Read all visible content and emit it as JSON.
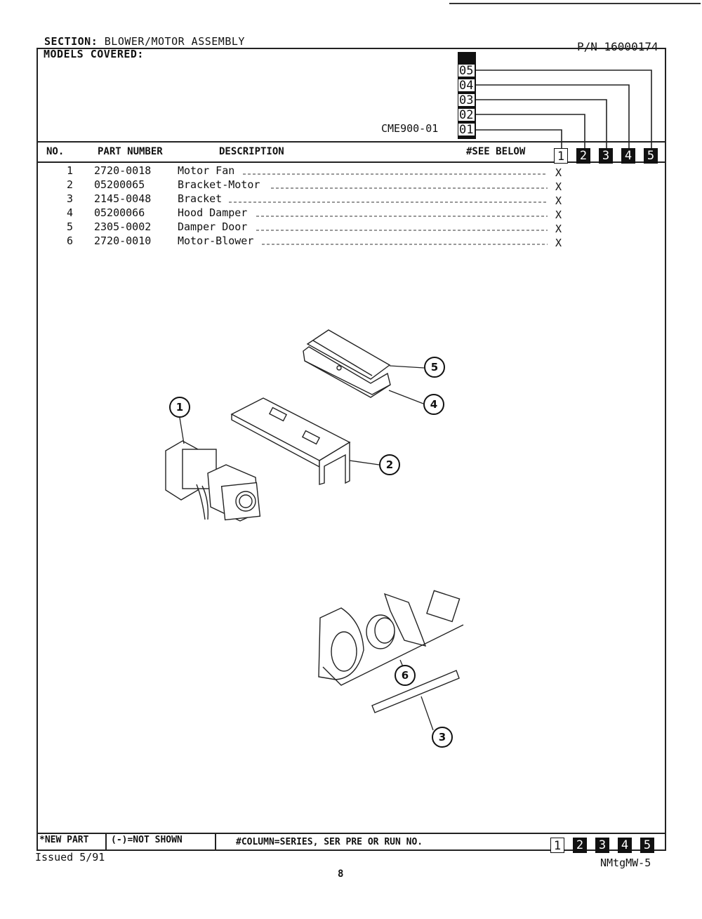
{
  "header": {
    "section_key": "SECTION:",
    "section_value": "BLOWER/MOTOR ASSEMBLY",
    "part_number": "P/N 16000174",
    "models_label": "MODELS COVERED:",
    "model": "CME900-01",
    "series_codes": [
      "05",
      "04",
      "03",
      "02",
      "01"
    ]
  },
  "table_header": {
    "no": "NO.",
    "part_number": "PART NUMBER",
    "description": "DESCRIPTION",
    "see_below": "#SEE BELOW",
    "columns": [
      "1",
      "2",
      "3",
      "4",
      "5"
    ]
  },
  "parts": [
    {
      "no": "1",
      "part": "2720-0018",
      "desc": "Motor Fan",
      "mark": "X"
    },
    {
      "no": "2",
      "part": "05200065",
      "desc": "Bracket-Motor",
      "mark": "X"
    },
    {
      "no": "3",
      "part": "2145-0048",
      "desc": "Bracket",
      "mark": "X"
    },
    {
      "no": "4",
      "part": "05200066",
      "desc": "Hood Damper",
      "mark": "X"
    },
    {
      "no": "5",
      "part": "2305-0002",
      "desc": "Damper Door",
      "mark": "X"
    },
    {
      "no": "6",
      "part": "2720-0010",
      "desc": "Motor-Blower",
      "mark": "X"
    }
  ],
  "callouts": [
    "1",
    "2",
    "3",
    "4",
    "5",
    "6"
  ],
  "footer": {
    "new_part": "*NEW PART",
    "not_shown": "(-)=NOT SHOWN",
    "column_note": "#COLUMN=SERIES, SER PRE OR RUN NO.",
    "columns": [
      "1",
      "2",
      "3",
      "4",
      "5"
    ],
    "issued": "Issued 5/91",
    "code": "NMtgMW-5",
    "page": "8"
  }
}
